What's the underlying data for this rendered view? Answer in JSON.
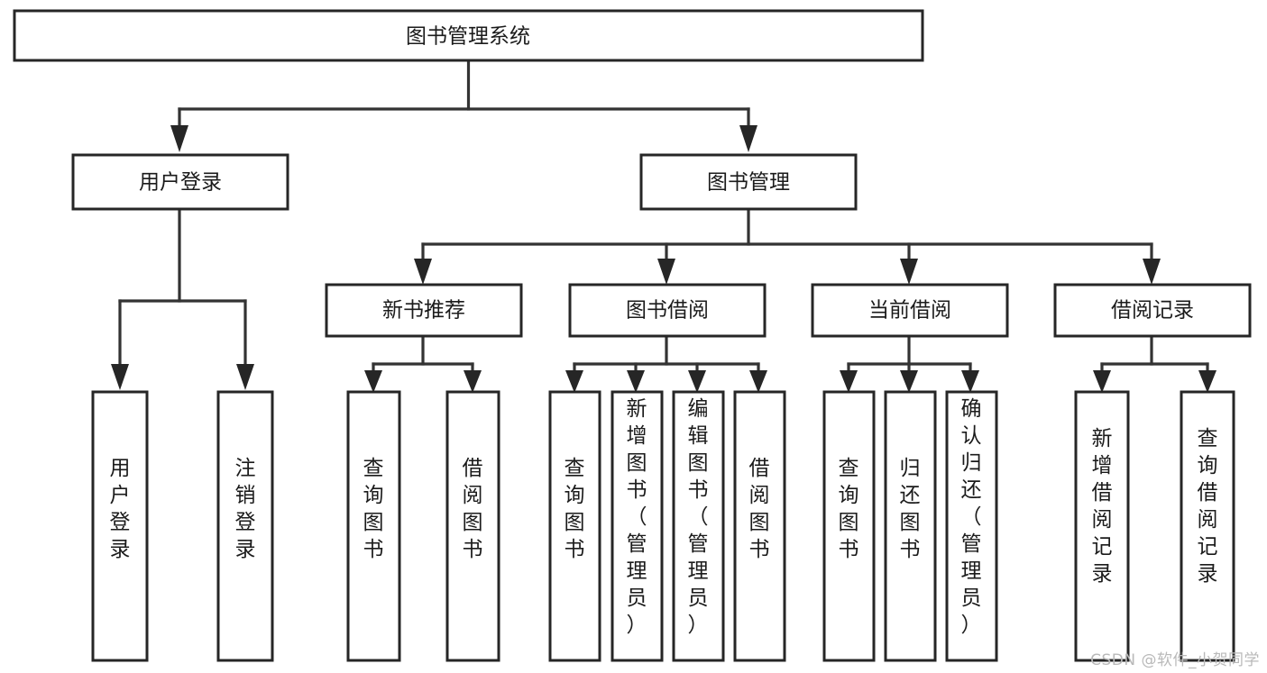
{
  "diagram": {
    "type": "hierarchy-tree",
    "title": "图书管理系统",
    "orientation": "top-down",
    "levels": 4,
    "colors": {
      "box_fill": "#ffffff",
      "box_stroke": "#262626",
      "connector": "#333333",
      "text": "#1b1b1b",
      "watermark": "#b9b9b9"
    },
    "root": {
      "id": "root",
      "label": "图书管理系统",
      "orientation": "horizontal"
    },
    "level2": [
      {
        "id": "user-login",
        "label": "用户登录",
        "orientation": "horizontal"
      },
      {
        "id": "book-manage",
        "label": "图书管理",
        "orientation": "horizontal"
      }
    ],
    "level3": [
      {
        "id": "new-book-recommend",
        "label": "新书推荐",
        "parent": "book-manage",
        "orientation": "horizontal"
      },
      {
        "id": "book-borrow",
        "label": "图书借阅",
        "parent": "book-manage",
        "orientation": "horizontal"
      },
      {
        "id": "current-borrow",
        "label": "当前借阅",
        "parent": "book-manage",
        "orientation": "horizontal"
      },
      {
        "id": "borrow-record",
        "label": "借阅记录",
        "parent": "book-manage",
        "orientation": "horizontal"
      }
    ],
    "leaves": [
      {
        "id": "leaf-user-login",
        "label": "用户登录",
        "parent": "user-login",
        "orientation": "vertical"
      },
      {
        "id": "leaf-user-logout",
        "label": "注销登录",
        "parent": "user-login",
        "orientation": "vertical"
      },
      {
        "id": "leaf-query-book-1",
        "label": "查询图书",
        "parent": "new-book-recommend",
        "orientation": "vertical"
      },
      {
        "id": "leaf-borrow-book-1",
        "label": "借阅图书",
        "parent": "new-book-recommend",
        "orientation": "vertical"
      },
      {
        "id": "leaf-query-book-2",
        "label": "查询图书",
        "parent": "book-borrow",
        "orientation": "vertical"
      },
      {
        "id": "leaf-add-book",
        "label": "新增图书（管理员）",
        "parent": "book-borrow",
        "orientation": "vertical"
      },
      {
        "id": "leaf-edit-book",
        "label": "编辑图书（管理员）",
        "parent": "book-borrow",
        "orientation": "vertical"
      },
      {
        "id": "leaf-borrow-book-2",
        "label": "借阅图书",
        "parent": "book-borrow",
        "orientation": "vertical"
      },
      {
        "id": "leaf-query-book-3",
        "label": "查询图书",
        "parent": "current-borrow",
        "orientation": "vertical"
      },
      {
        "id": "leaf-return-book",
        "label": "归还图书",
        "parent": "current-borrow",
        "orientation": "vertical"
      },
      {
        "id": "leaf-confirm-return",
        "label": "确认归还（管理员）",
        "parent": "current-borrow",
        "orientation": "vertical"
      },
      {
        "id": "leaf-add-record",
        "label": "新增借阅记录",
        "parent": "borrow-record",
        "orientation": "vertical"
      },
      {
        "id": "leaf-query-record",
        "label": "查询借阅记录",
        "parent": "borrow-record",
        "orientation": "vertical"
      }
    ]
  },
  "watermark": {
    "text": "CSDN @软件_小贺同学"
  }
}
